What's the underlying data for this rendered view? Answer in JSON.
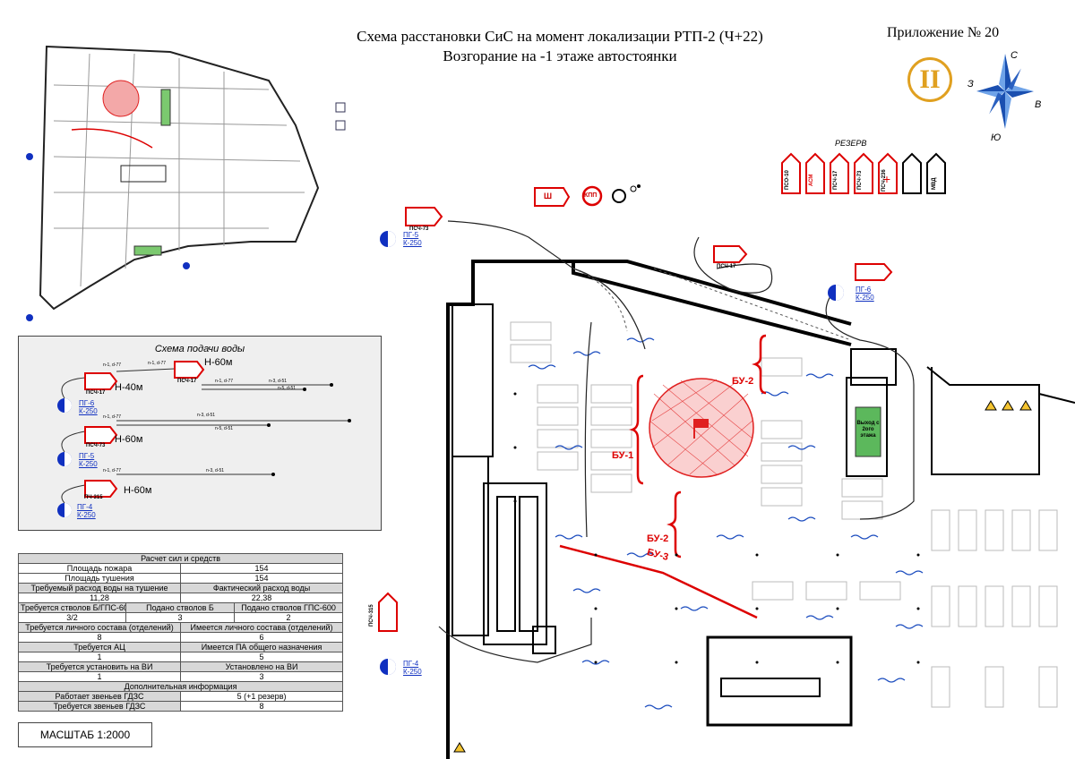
{
  "header": {
    "title_line1": "Схема расстановки СиС на момент локализации РТП-2 (Ч+22)",
    "title_line2": "Возгорание на -1 этаже автостоянки",
    "appendix": "Приложение № 20",
    "phase_symbol": "II"
  },
  "compass": {
    "n": "С",
    "s": "Ю",
    "e": "В",
    "w": "З"
  },
  "reserve": {
    "label": "РЕЗЕРВ",
    "vehicles": [
      "ПСО-10",
      "АСМ",
      "ПСЧ-17",
      "ПСЧ-73",
      "ПСЧ-236",
      "",
      "",
      "МВД"
    ]
  },
  "symbols": {
    "sh": "Ш",
    "kpp": "КПП"
  },
  "plan": {
    "hydrants": [
      {
        "name": "ПГ-5",
        "type": "К-250"
      },
      {
        "name": "ПГ-6",
        "type": "К-250"
      },
      {
        "name": "ПГ-4",
        "type": "К-250"
      }
    ],
    "trucks": [
      "ПСЧ-73",
      "ПСЧ-17",
      "ПСЧ-315"
    ],
    "sectors": [
      "БУ-1",
      "БУ-2",
      "БУ-2",
      "БУ-3"
    ],
    "exit_label": "Выход с 2ого этажа"
  },
  "water_scheme": {
    "title": "Схема подачи воды",
    "rows": [
      {
        "truck": "ПСЧ-17",
        "hydrant": "ПГ-6",
        "hydrant_type": "К-250",
        "head": "Н-40м"
      },
      {
        "truck": "ПСЧ-17",
        "head": "Н-60м"
      },
      {
        "truck": "ПСЧ-73",
        "hydrant": "ПГ-5",
        "hydrant_type": "К-250",
        "head": "Н-60м"
      },
      {
        "truck": "ПЧ-315",
        "hydrant": "ПГ-4",
        "hydrant_type": "К-250",
        "head": "Н-60м"
      }
    ],
    "hose_labels": [
      "n-1, d-77",
      "n-1, d-77",
      "n-1, d-77",
      "n-3, d-51",
      "n-5, d-51",
      "n-1, d-77",
      "n-3, d-51",
      "n-5, d-51",
      "n-1, d-77",
      "n-3, d-51"
    ]
  },
  "calc_table": {
    "title": "Расчет сил и средств",
    "fire_area_label": "Площадь пожара",
    "fire_area": "154",
    "ext_area_label": "Площадь тушения",
    "ext_area": "154",
    "req_flow_label": "Требуемый расход воды на тушение",
    "req_flow": "11,28",
    "act_flow_label": "Фактический расход воды",
    "act_flow": "22,38",
    "req_nozzles_label": "Требуется стволов Б/ГПС-600",
    "req_nozzles": "3/2",
    "b_given_label": "Подано стволов Б",
    "b_given": "3",
    "gps_given_label": "Подано стволов ГПС-600",
    "gps_given": "2",
    "req_staff_label": "Требуется личного состава (отделений)",
    "req_staff": "8",
    "has_staff_label": "Имеется личного состава (отделений)",
    "has_staff": "6",
    "req_ac_label": "Требуется АЦ",
    "req_ac": "1",
    "has_pa_label": "Имеется ПА общего назначения",
    "has_pa": "5",
    "req_vi_label": "Требуется установить на ВИ",
    "req_vi": "1",
    "set_vi_label": "Установлено на ВИ",
    "set_vi": "3",
    "extra_label": "Дополнительная информация",
    "gdzs_work_label": "Работает звеньев ГДЗС",
    "gdzs_work": "5 (+1 резерв)",
    "gdzs_req_label": "Требуется звеньев ГДЗС",
    "gdzs_req": "8"
  },
  "scale": "МАСШТАБ 1:2000",
  "colors": {
    "fire": "#e02020",
    "water": "#1030c0",
    "phase": "#e0a020",
    "exit": "#5cb85c"
  }
}
